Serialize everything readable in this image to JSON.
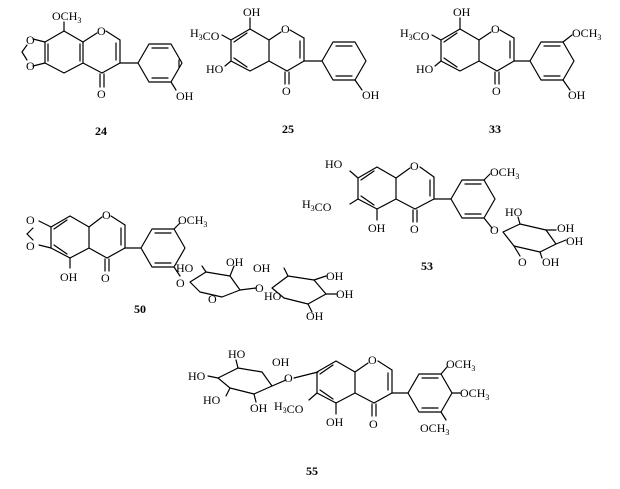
{
  "compounds": [
    {
      "id": "24",
      "labels": [
        "OCH3",
        "O",
        "O",
        "O",
        "O",
        "OH"
      ]
    },
    {
      "id": "25",
      "labels": [
        "OH",
        "H3CO",
        "O",
        "HO",
        "O",
        "OH"
      ]
    },
    {
      "id": "33",
      "labels": [
        "OH",
        "H3CO",
        "O",
        "HO",
        "O",
        "OCH3",
        "OH"
      ]
    },
    {
      "id": "50",
      "labels": [
        "O",
        "O",
        "O",
        "OH",
        "O",
        "OCH3",
        "HO",
        "O",
        "OH",
        "OH",
        "O",
        "O",
        "OH",
        "HO",
        "OH",
        "OH"
      ]
    },
    {
      "id": "53",
      "labels": [
        "HO",
        "O",
        "H3CO",
        "OH",
        "O",
        "OCH3",
        "O",
        "HO",
        "O",
        "OH",
        "OH",
        "OH"
      ]
    },
    {
      "id": "55",
      "labels": [
        "HO",
        "OH",
        "HO",
        "O",
        "O",
        "HO",
        "OH",
        "H3CO",
        "OH",
        "O",
        "OCH3",
        "OCH3",
        "OCH3"
      ]
    }
  ]
}
